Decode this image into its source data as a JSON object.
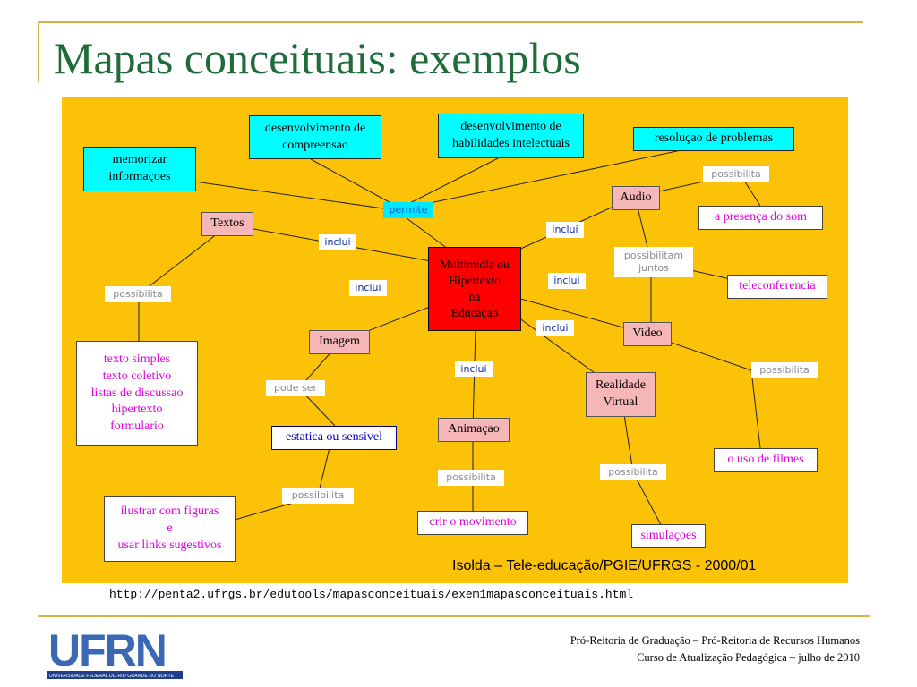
{
  "slide": {
    "title": "Mapas conceituais: exemplos",
    "url": "http://penta2.ufrgs.br/edutools/mapasconceituais/exem1mapasconceituais.html",
    "footer_line1": "Pró-Reitoria de Graduação – Pró-Reitoria de Recursos Humanos",
    "footer_line2": "Curso de Atualização Pedagógica – julho de 2010",
    "logo_text": "UFRN",
    "logo_subtext": "UNIVERSIDADE FEDERAL DO RIO GRANDE DO NORTE"
  },
  "diagram": {
    "credit": "Isolda – Tele-educação/PGIE/UFRGS - 2000/01",
    "nodes": {
      "memorizar": [
        "memorizar",
        "informaçoes"
      ],
      "compreensao": [
        "desenvolvimento de",
        "compreensao"
      ],
      "habilidades": [
        "desenvolvimento de",
        "habilidades intelectuais"
      ],
      "resolucao": [
        "resoluçao de problemas"
      ],
      "textos": [
        "Textos"
      ],
      "central": [
        "Multimidia ou",
        "Hipertexto",
        "na",
        "Educaçao"
      ],
      "audio": [
        "Audio"
      ],
      "presenca": [
        "a presença do som"
      ],
      "teleconferencia": [
        "teleconferencia"
      ],
      "video": [
        "Video"
      ],
      "imagem": [
        "Imagem"
      ],
      "textolist": [
        "texto simples",
        "texto coletivo",
        "listas de discussao",
        "hipertexto",
        "formulario"
      ],
      "estatica": [
        "estatica ou sensivel"
      ],
      "ilustrar": [
        "ilustrar com figuras",
        "e",
        "usar links sugestivos"
      ],
      "animacao": [
        "Animaçao"
      ],
      "movimento": [
        "crir o movimento"
      ],
      "realidade": [
        "Realidade",
        "Virtual"
      ],
      "filmes": [
        "o uso de filmes"
      ],
      "simulacoes": [
        "simulaçoes"
      ]
    },
    "links": {
      "permite": [
        "permite"
      ],
      "inclui_textos": [
        "inclui"
      ],
      "inclui_imagem": [
        "inclui"
      ],
      "inclui_audio": [
        "inclui"
      ],
      "inclui_video": [
        "inclui"
      ],
      "inclui_rv": [
        "inclui"
      ],
      "inclui_anim": [
        "inclui"
      ],
      "poss_textos": [
        "possibilita"
      ],
      "poss_audio": [
        "possibilita"
      ],
      "poss_juntos": [
        "possibilitam",
        "juntos"
      ],
      "poss_video": [
        "possibilita"
      ],
      "pode_ser": [
        "pode ser"
      ],
      "possilbilita": [
        "possilbilita"
      ],
      "poss_anim": [
        "possibilita"
      ],
      "poss_rv": [
        "possibilita"
      ]
    }
  }
}
